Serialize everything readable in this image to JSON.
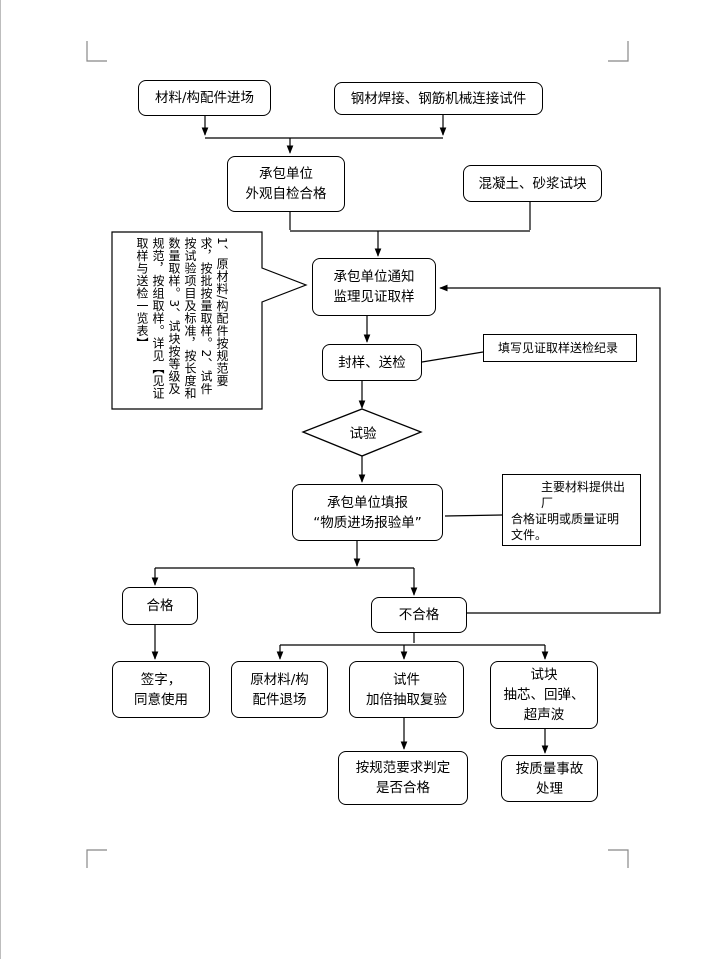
{
  "nodes": {
    "material_entry": "材料/构配件进场",
    "steel_test": "钢材焊接、钢筋机械连接试件",
    "self_check": [
      "承包单位",
      "外观自检合格"
    ],
    "concrete_test": "混凝土、砂浆试块",
    "notify_sample": [
      "承包单位通知",
      "监理见证取样"
    ],
    "seal_send": "封样、送检",
    "test": "试验",
    "fill_report": [
      "承包单位填报",
      "“物质进场报验单”"
    ],
    "pass": "合格",
    "fail": "不合格",
    "sign_use": [
      "签字，",
      "同意使用"
    ],
    "return_material": [
      "原材料/构",
      "配件退场"
    ],
    "specimen_retest": [
      "试件",
      "加倍抽取复验"
    ],
    "block_test": [
      "试块",
      "抽芯、回弹、",
      "超声波"
    ],
    "judge": [
      "按规范要求判定",
      "是否合格"
    ],
    "accident": [
      "按质量事故",
      "处理"
    ]
  },
  "notes": {
    "sampling_rules": [
      "1、原材料/构配件按规范要",
      "求，按批按量取样。",
      "2、试件按试验项目及标准，",
      "按长度和数量取样。",
      "3、试块按等级及规范，按组",
      "取样。详见【见证取样与送检",
      "一览表】"
    ],
    "record": "填写见证取样送检纪录",
    "certificate": [
      "主要材料提供出厂",
      "合格证明或质量证明",
      "文件。"
    ]
  }
}
